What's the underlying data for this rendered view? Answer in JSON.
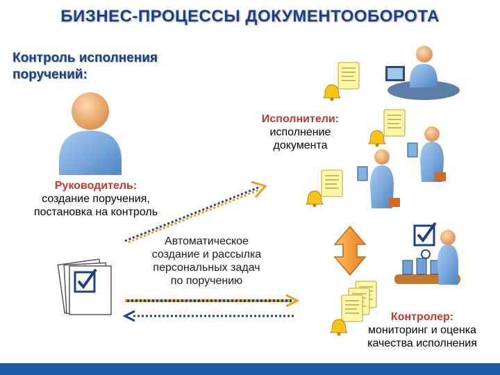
{
  "title": "БИЗНЕС-ПРОЦЕССЫ ДОКУМЕНТООБОРОТА",
  "subtitle": {
    "line1": "Контроль исполнения",
    "line2": "поручений:"
  },
  "manager": {
    "role": "Руководитель:",
    "line1": "создание поручения,",
    "line2": "постановка на контроль"
  },
  "executors": {
    "role": "Исполнители:",
    "line1": "исполнение",
    "line2": "документа"
  },
  "automation": {
    "line1": "Автоматическое",
    "line2": "создание и рассылка",
    "line3": "персональных задач",
    "line4": "по поручению"
  },
  "controller": {
    "role": "Контролер:",
    "line1": "мониторинг и оценка",
    "line2": "качества исполнения"
  },
  "colors": {
    "title": "#1f3f80",
    "role": "#c0392b",
    "arrow_orange": "#f39c12",
    "arrow_blue": "#1f3f80",
    "person": "#6fa3d8",
    "head": "#f2b27a",
    "footer": "#1f5aa6"
  }
}
